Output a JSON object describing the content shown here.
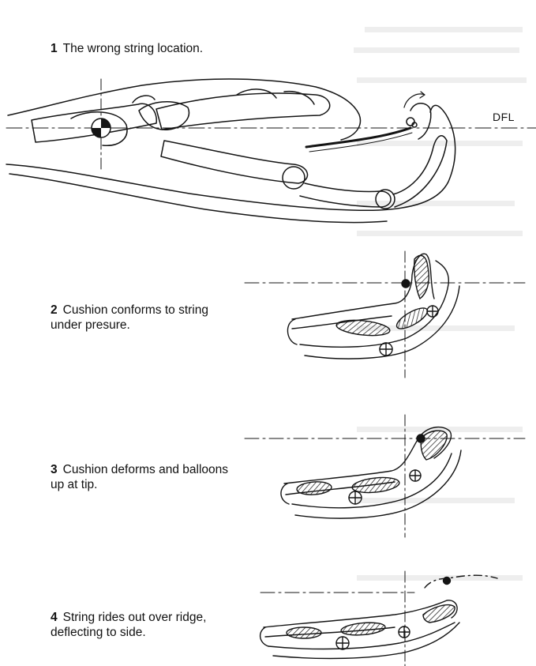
{
  "captions": [
    {
      "number": "1",
      "text": "The wrong string location."
    },
    {
      "number": "2",
      "text": "Cushion conforms to string under presure."
    },
    {
      "number": "3",
      "text": "Cushion deforms and balloons up at tip."
    },
    {
      "number": "4",
      "text": "String rides out over ridge, deflecting to side."
    }
  ],
  "figure1": {
    "axis_label": "DFL"
  },
  "colors": {
    "ink": "#141414",
    "show_through": "#d4d4d4"
  }
}
